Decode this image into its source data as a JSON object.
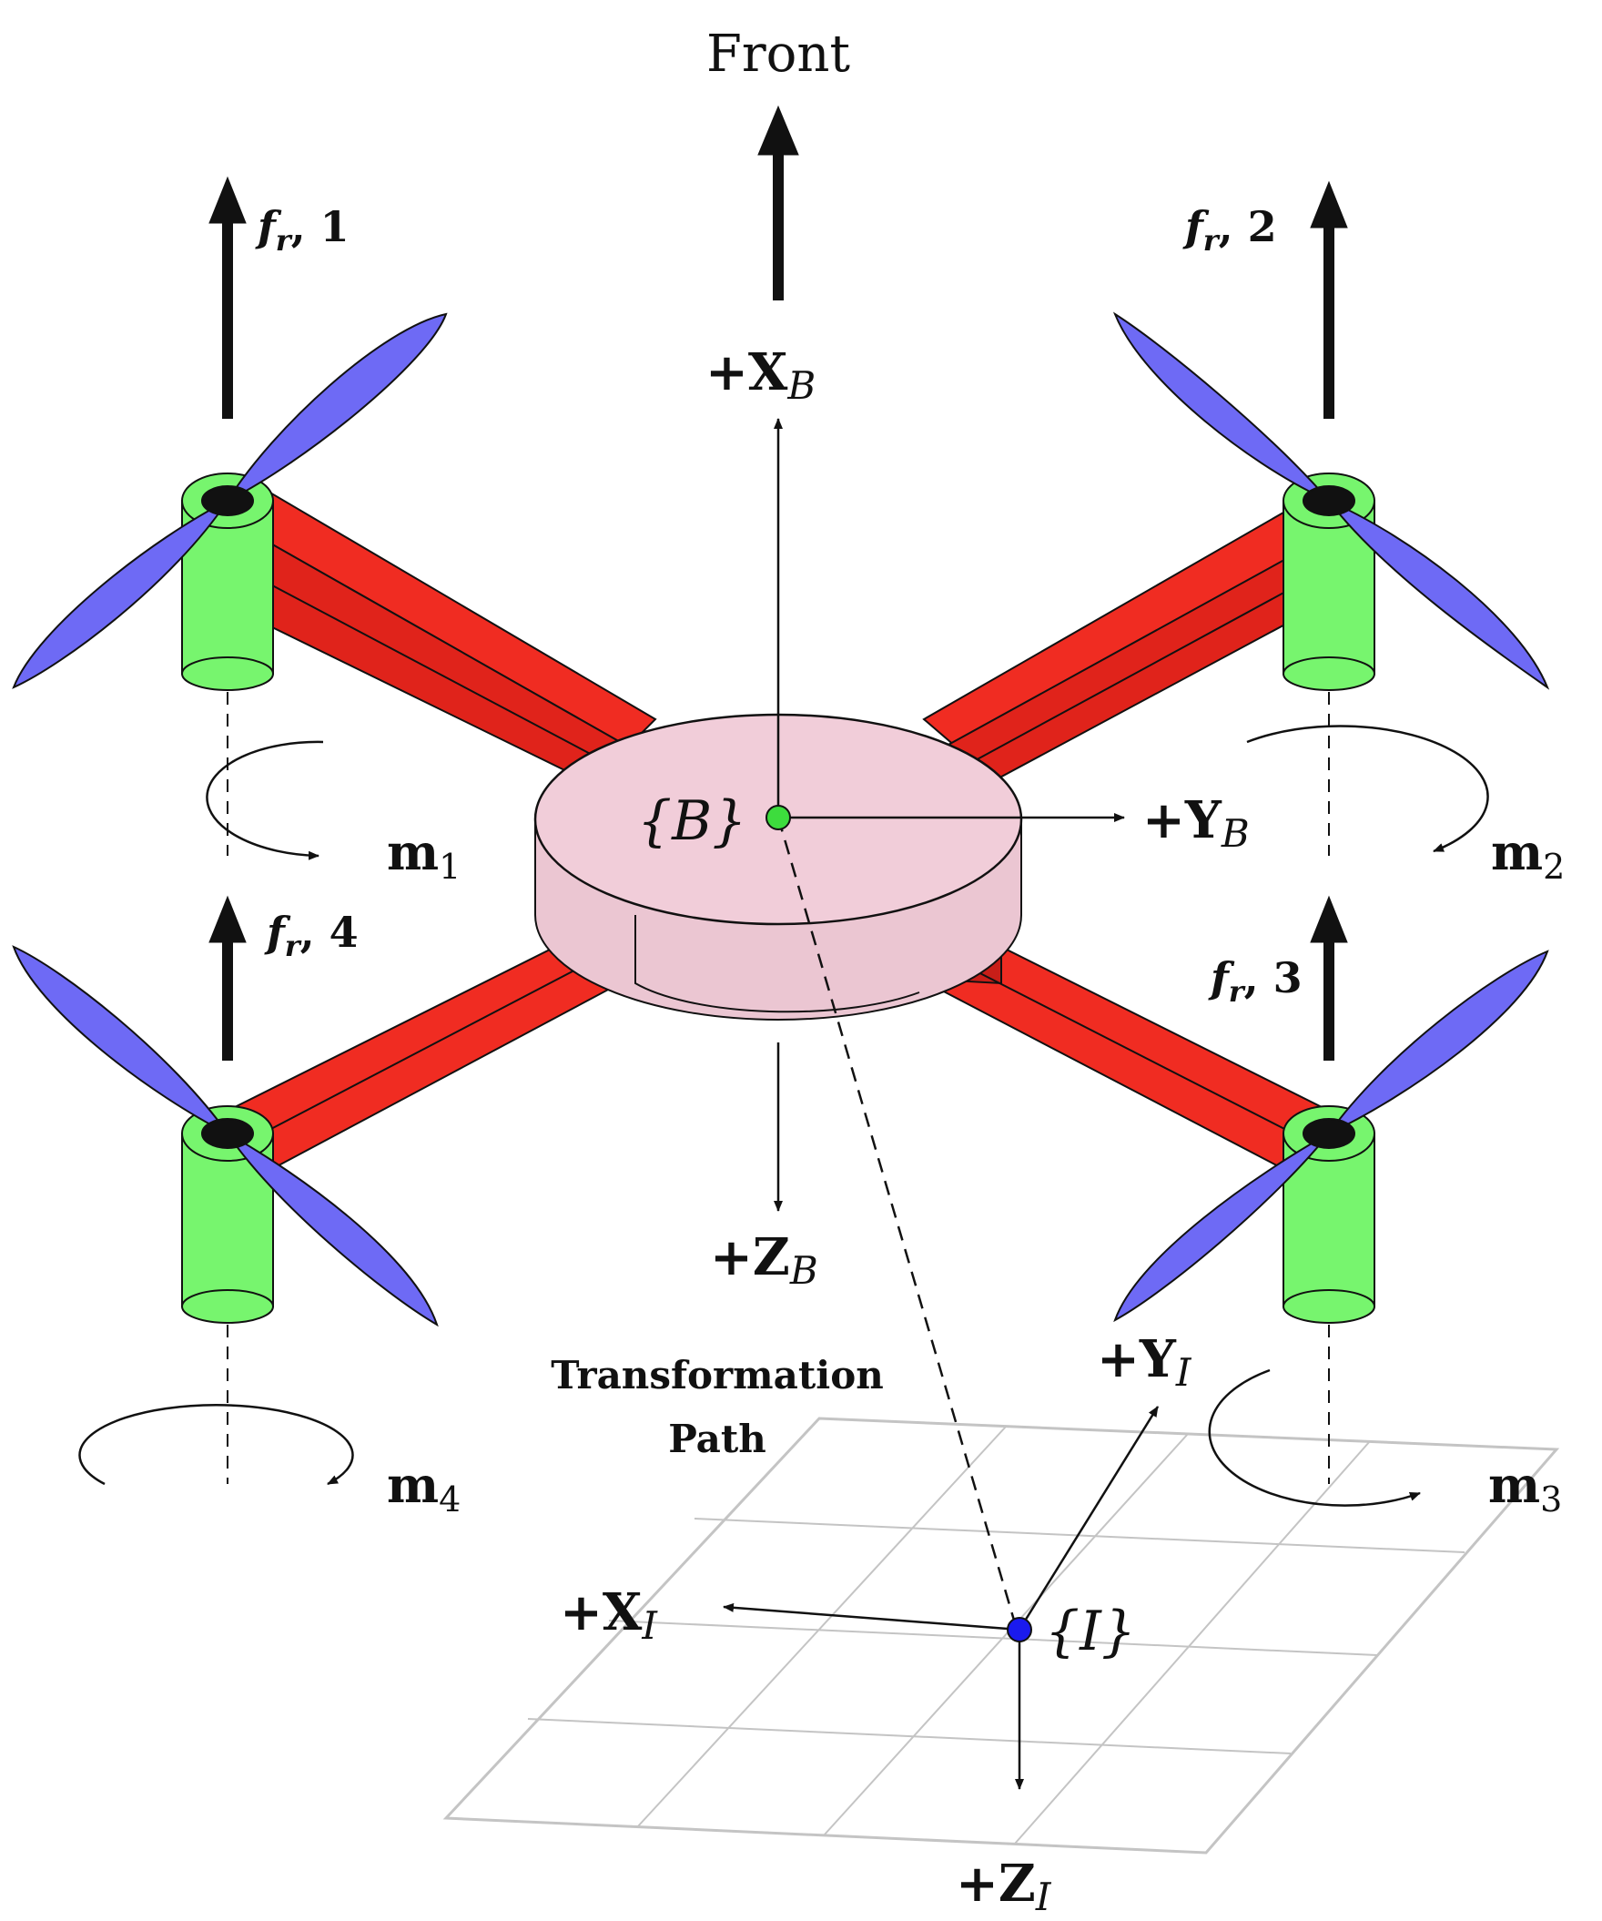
{
  "labels": {
    "front": "Front",
    "xb_prefix": "+X",
    "xb_sub": "B",
    "yb_prefix": "+Y",
    "yb_sub": "B",
    "zb_prefix": "+Z",
    "zb_sub": "B",
    "body_frame": "{B}",
    "xi_prefix": "+X",
    "xi_sub": "I",
    "yi_prefix": "+Y",
    "yi_sub": "I",
    "zi_prefix": "+Z",
    "zi_sub": "I",
    "inertial_frame": "{I}",
    "transformation_line1": "Transformation",
    "transformation_line2": "Path",
    "f1_f": "f",
    "f1_sub": "r",
    "f1_num": ", 1",
    "f2_f": "f",
    "f2_sub": "r",
    "f2_num": ", 2",
    "f3_f": "f",
    "f3_sub": "r",
    "f3_num": ", 3",
    "f4_f": "f",
    "f4_sub": "r",
    "f4_num": ", 4",
    "m1_m": "m",
    "m1_sub": "1",
    "m2_m": "m",
    "m2_sub": "2",
    "m3_m": "m",
    "m3_sub": "3",
    "m4_m": "m",
    "m4_sub": "4"
  },
  "colors": {
    "arm": "#ee2a22",
    "arm_side": "#c81e18",
    "motor": "#77f56e",
    "propeller": "#6e6af5",
    "hub": "#f1ccd8",
    "hub_side": "#ebc2d0",
    "body_origin": "#3ddc3d",
    "inertial_origin": "#1a1aee",
    "grid": "#c0c0c0"
  },
  "icons": [
    "propeller-icon",
    "motor-icon",
    "rotation-arrow-icon"
  ]
}
